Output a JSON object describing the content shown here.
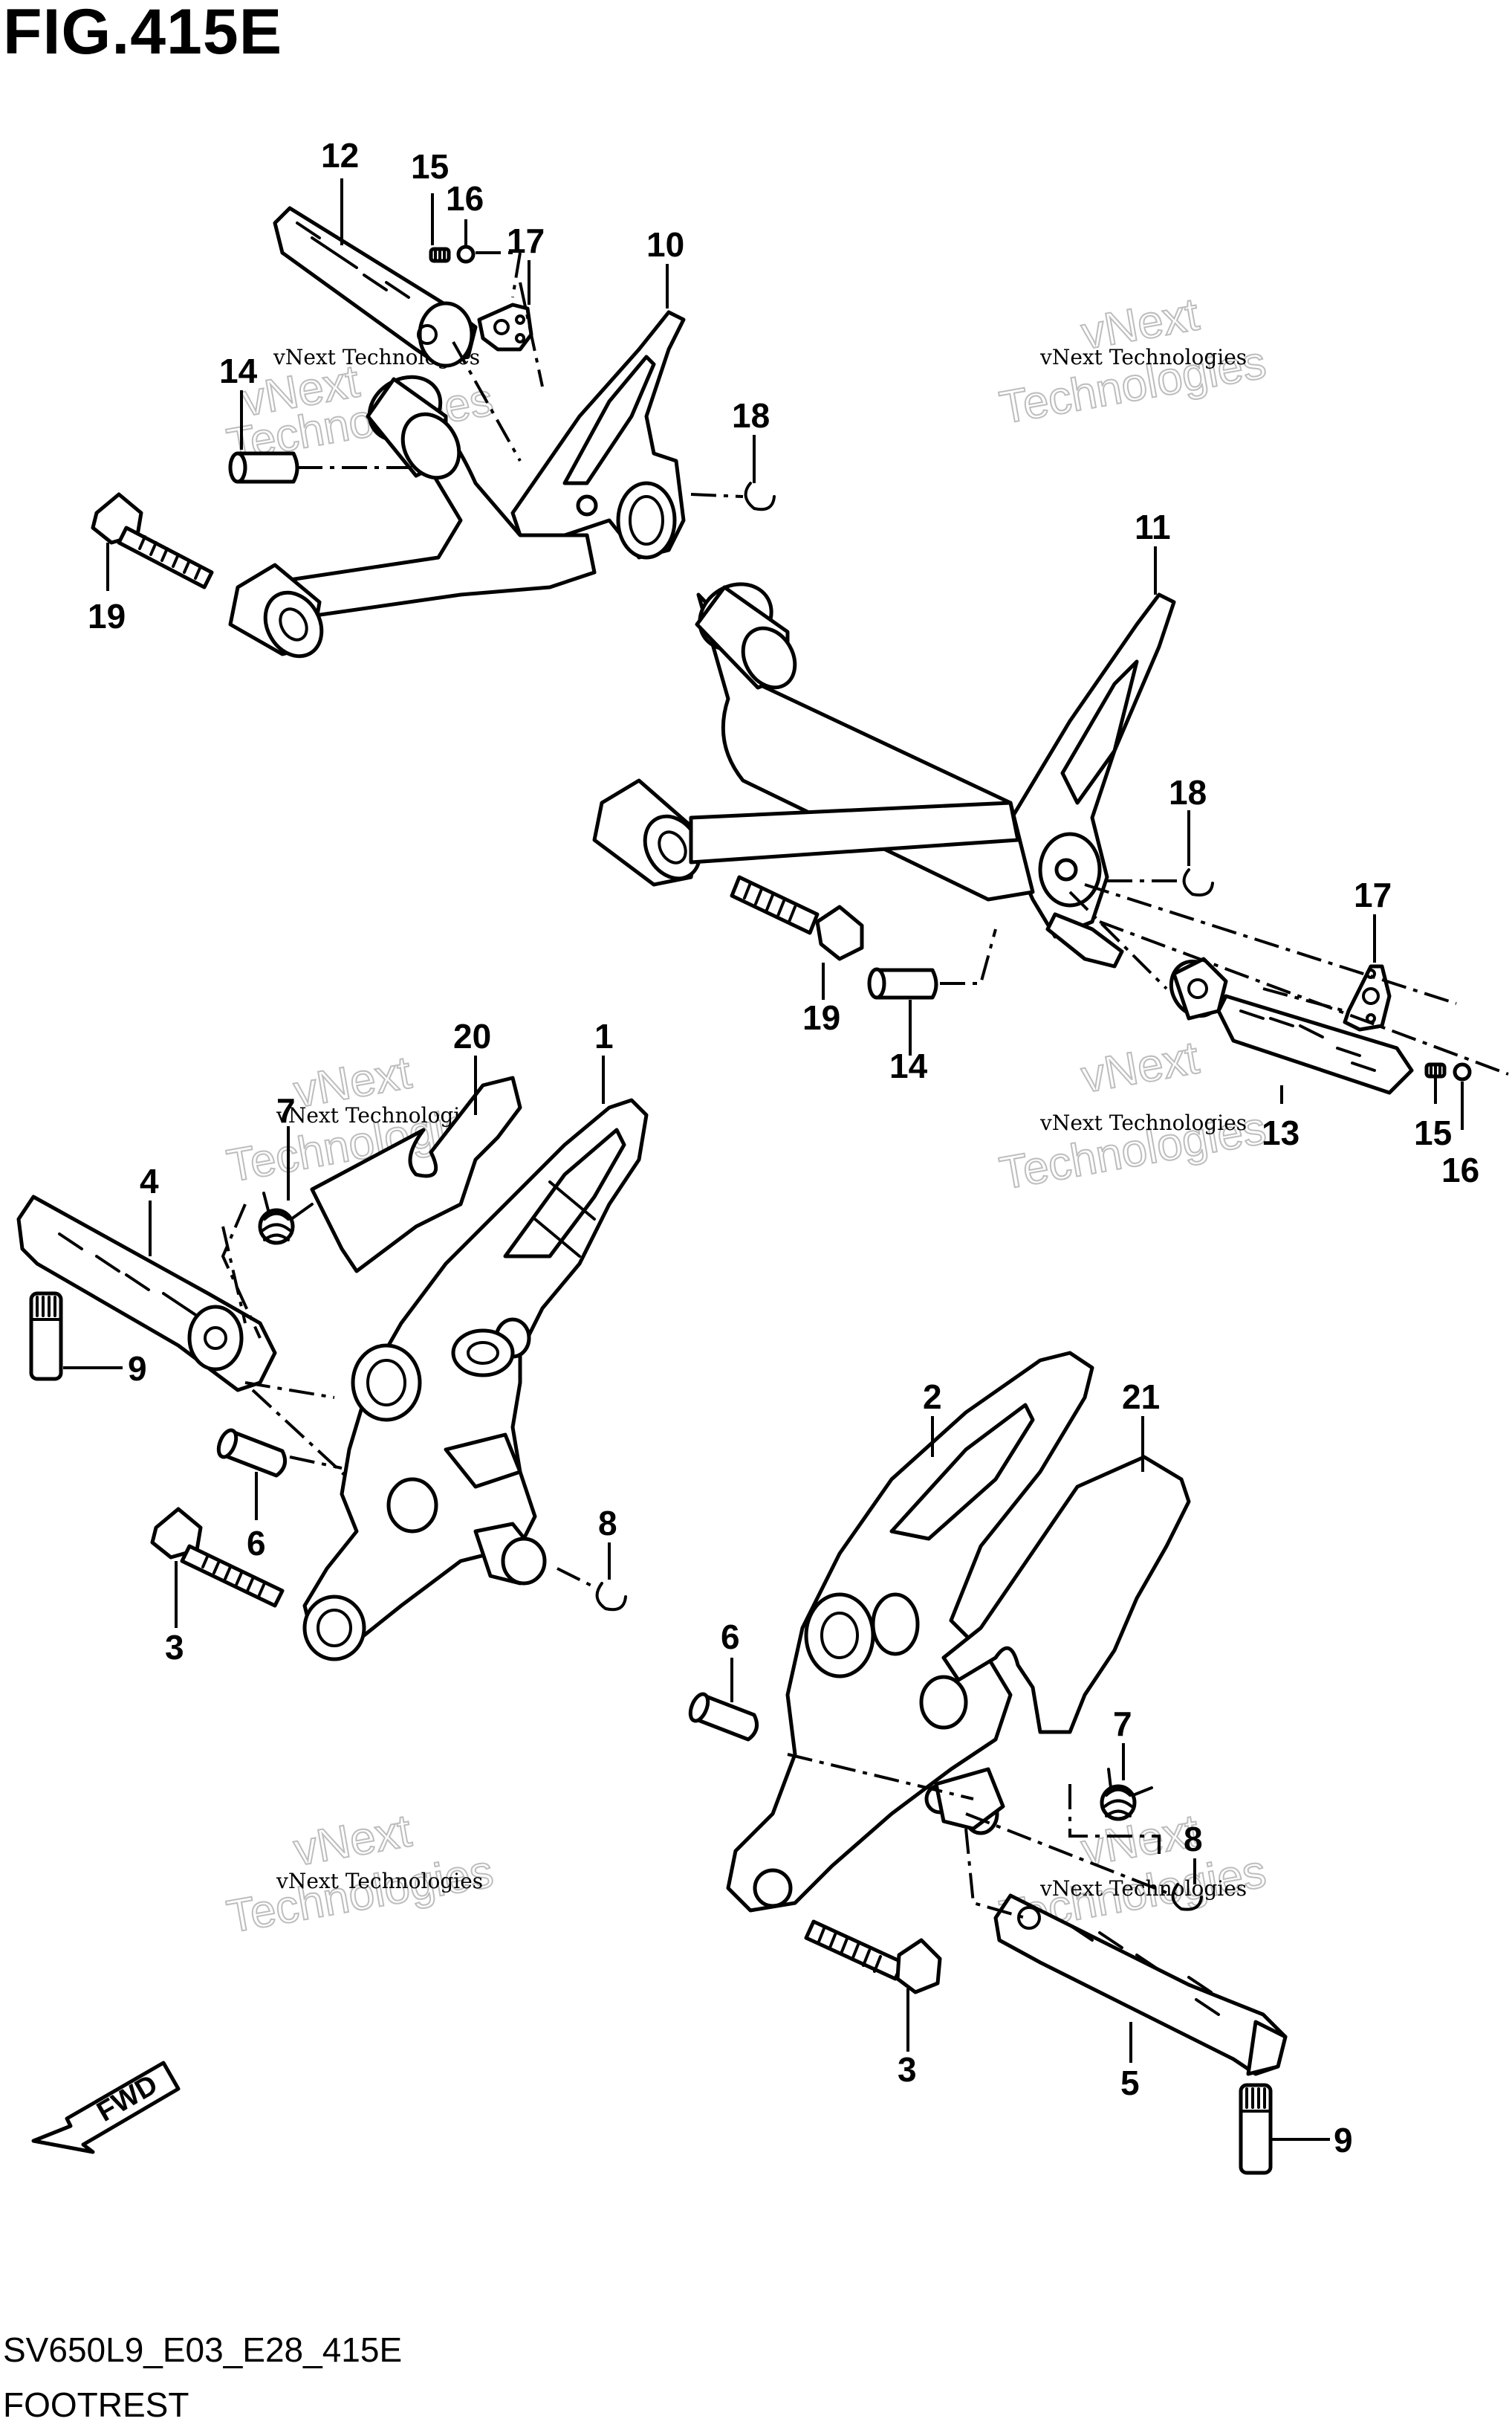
{
  "figure": {
    "title": "FIG.415E",
    "code": "SV650L9_E03_E28_415E",
    "name": "FOOTREST"
  },
  "watermark": {
    "line": "vNext Technologies",
    "big_top": "vNext",
    "big_bottom": "Technologies"
  },
  "fwd_label": "FWD",
  "callouts": {
    "c1": "1",
    "c2": "2",
    "c3a": "3",
    "c3b": "3",
    "c4": "4",
    "c5": "5",
    "c6a": "6",
    "c6b": "6",
    "c7a": "7",
    "c7b": "7",
    "c8a": "8",
    "c8b": "8",
    "c9a": "9",
    "c9b": "9",
    "c10": "10",
    "c11": "11",
    "c12": "12",
    "c13": "13",
    "c14a": "14",
    "c14b": "14",
    "c15a": "15",
    "c15b": "15",
    "c16a": "16",
    "c16b": "16",
    "c17a": "17",
    "c17b": "17",
    "c18a": "18",
    "c18b": "18",
    "c19a": "19",
    "c19b": "19",
    "c20": "20",
    "c21": "21"
  }
}
